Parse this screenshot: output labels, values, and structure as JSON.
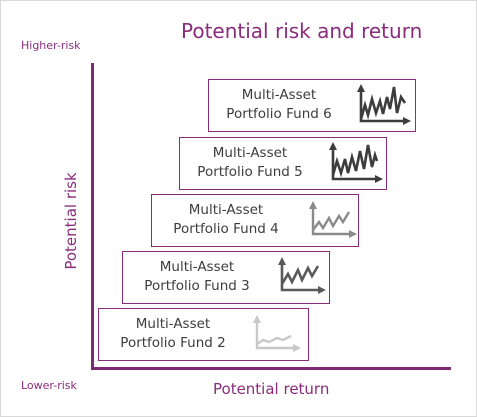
{
  "title": "Potential risk and return",
  "axis": {
    "higher_label": "Higher-risk",
    "lower_label": "Lower-risk",
    "x_label": "Potential return",
    "y_label": "Potential risk"
  },
  "funds": [
    {
      "line1": "Multi-Asset",
      "line2": "Portfolio Fund 6",
      "icon": "volatile-chart-icon",
      "icon_color": "#3d3d3d"
    },
    {
      "line1": "Multi-Asset",
      "line2": "Portfolio Fund 5",
      "icon": "volatile-chart-icon",
      "icon_color": "#3d3d3d"
    },
    {
      "line1": "Multi-Asset",
      "line2": "Portfolio Fund 4",
      "icon": "moderate-chart-icon",
      "icon_color": "#8a8a8a"
    },
    {
      "line1": "Multi-Asset",
      "line2": "Portfolio Fund 3",
      "icon": "moderate-chart-icon",
      "icon_color": "#5a5a5a"
    },
    {
      "line1": "Multi-Asset",
      "line2": "Portfolio Fund 2",
      "icon": "calm-chart-icon",
      "icon_color": "#c8c8c8"
    }
  ],
  "colors": {
    "accent": "#8a2c7c",
    "text": "#3d3d3d"
  }
}
